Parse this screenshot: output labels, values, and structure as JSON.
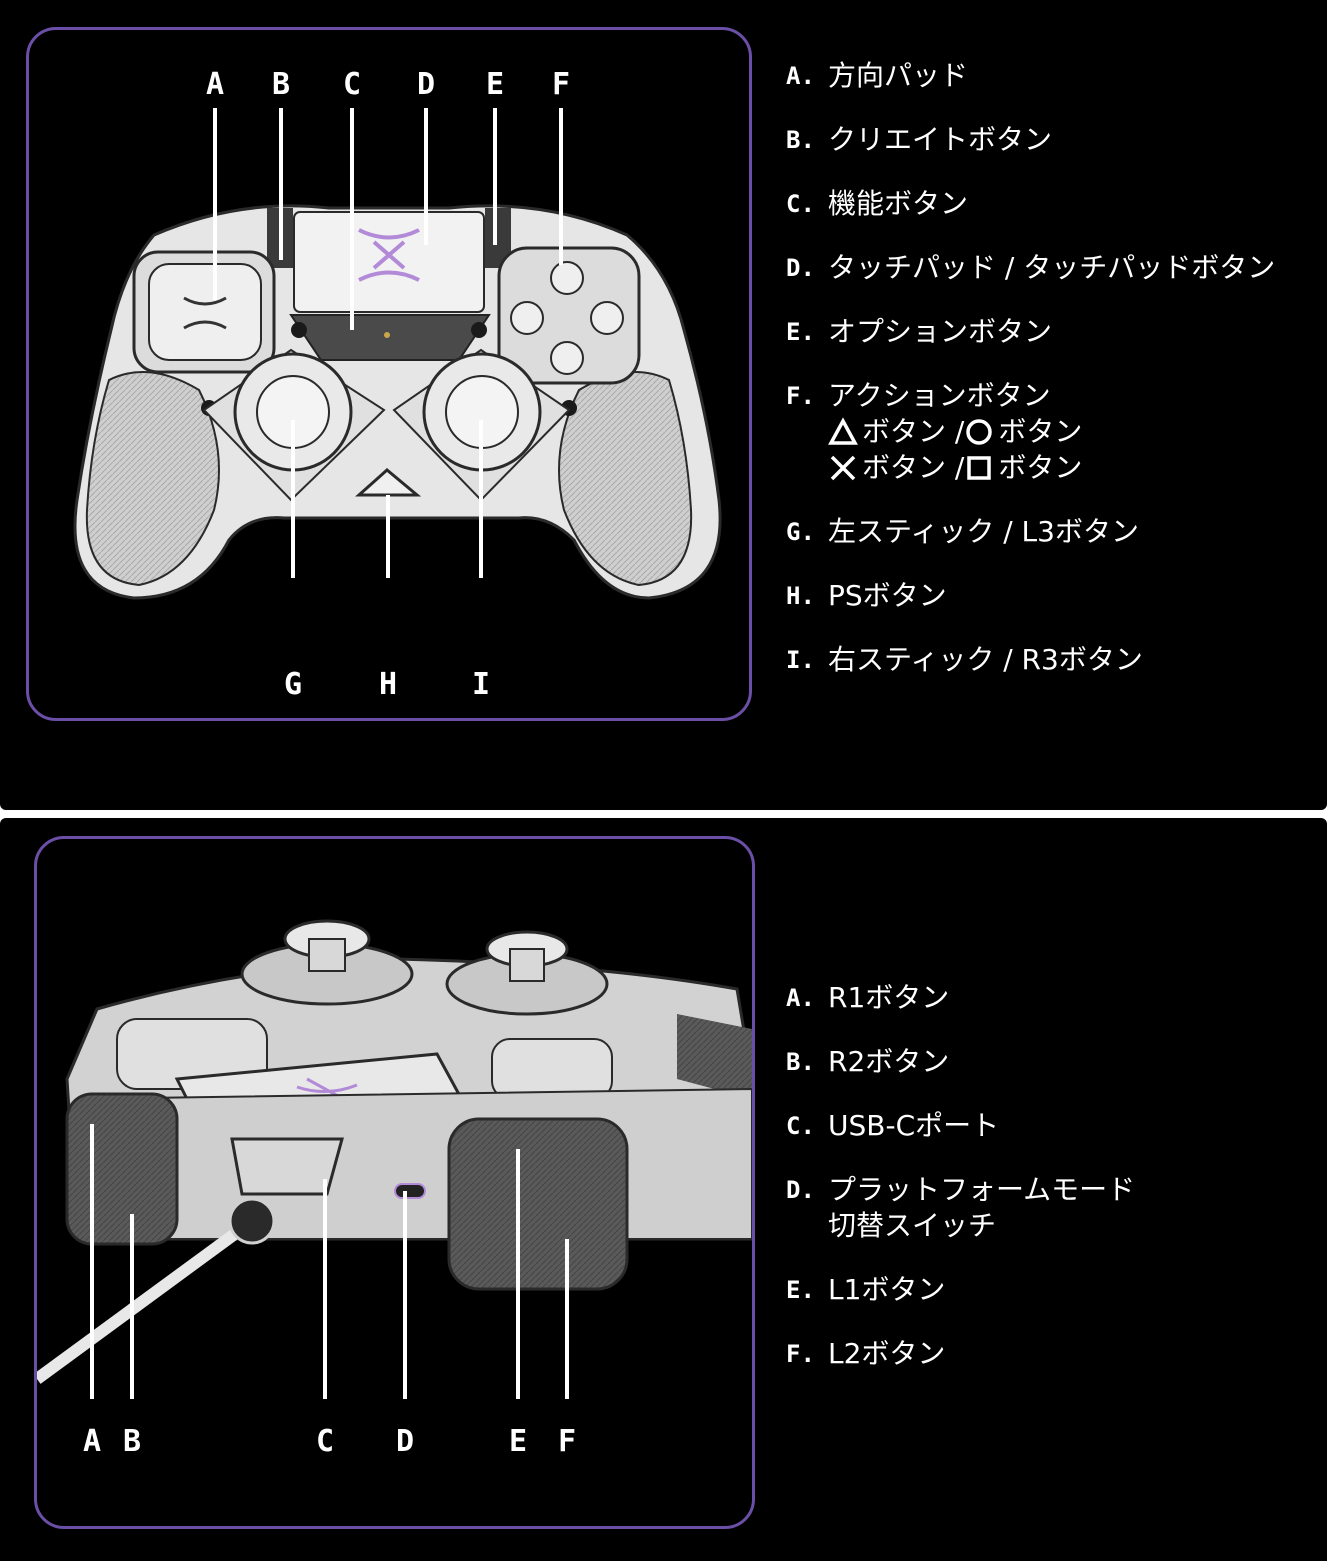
{
  "front": {
    "callouts_top": [
      "A",
      "B",
      "C",
      "D",
      "E",
      "F"
    ],
    "callouts_bottom": [
      "G",
      "H",
      "I"
    ],
    "legend": [
      {
        "letter": "A.",
        "label": "方向パッド"
      },
      {
        "letter": "B.",
        "label": "クリエイトボタン"
      },
      {
        "letter": "C.",
        "label": "機能ボタン"
      },
      {
        "letter": "D.",
        "label": "タッチパッド / タッチパッドボタン"
      },
      {
        "letter": "E.",
        "label": "オプションボタン"
      },
      {
        "letter": "F.",
        "label": "アクションボタン",
        "sublines": [
          {
            "symbol_a": "triangle-icon",
            "text_a": "ボタン /",
            "symbol_b": "circle-icon",
            "text_b": "ボタン"
          },
          {
            "symbol_a": "cross-icon",
            "text_a": "ボタン /",
            "symbol_b": "square-icon",
            "text_b": "ボタン"
          }
        ]
      },
      {
        "letter": "G.",
        "label": "左スティック / L3ボタン"
      },
      {
        "letter": "H.",
        "label": "PSボタン"
      },
      {
        "letter": "I.",
        "label": "右スティック / R3ボタン"
      }
    ]
  },
  "back": {
    "callouts": [
      "A",
      "B",
      "C",
      "D",
      "E",
      "F"
    ],
    "legend": [
      {
        "letter": "A.",
        "label": "R1ボタン"
      },
      {
        "letter": "B.",
        "label": "R2ボタン"
      },
      {
        "letter": "C.",
        "label": "USB-Cポート"
      },
      {
        "letter": "D.",
        "label": "プラットフォームモード",
        "label2": "切替スイッチ"
      },
      {
        "letter": "E.",
        "label": "L1ボタン"
      },
      {
        "letter": "F.",
        "label": "L2ボタン"
      }
    ]
  },
  "colors": {
    "frame": "#6b4fa6",
    "accent": "#b28ad8",
    "controller": "#e4e4e4"
  }
}
